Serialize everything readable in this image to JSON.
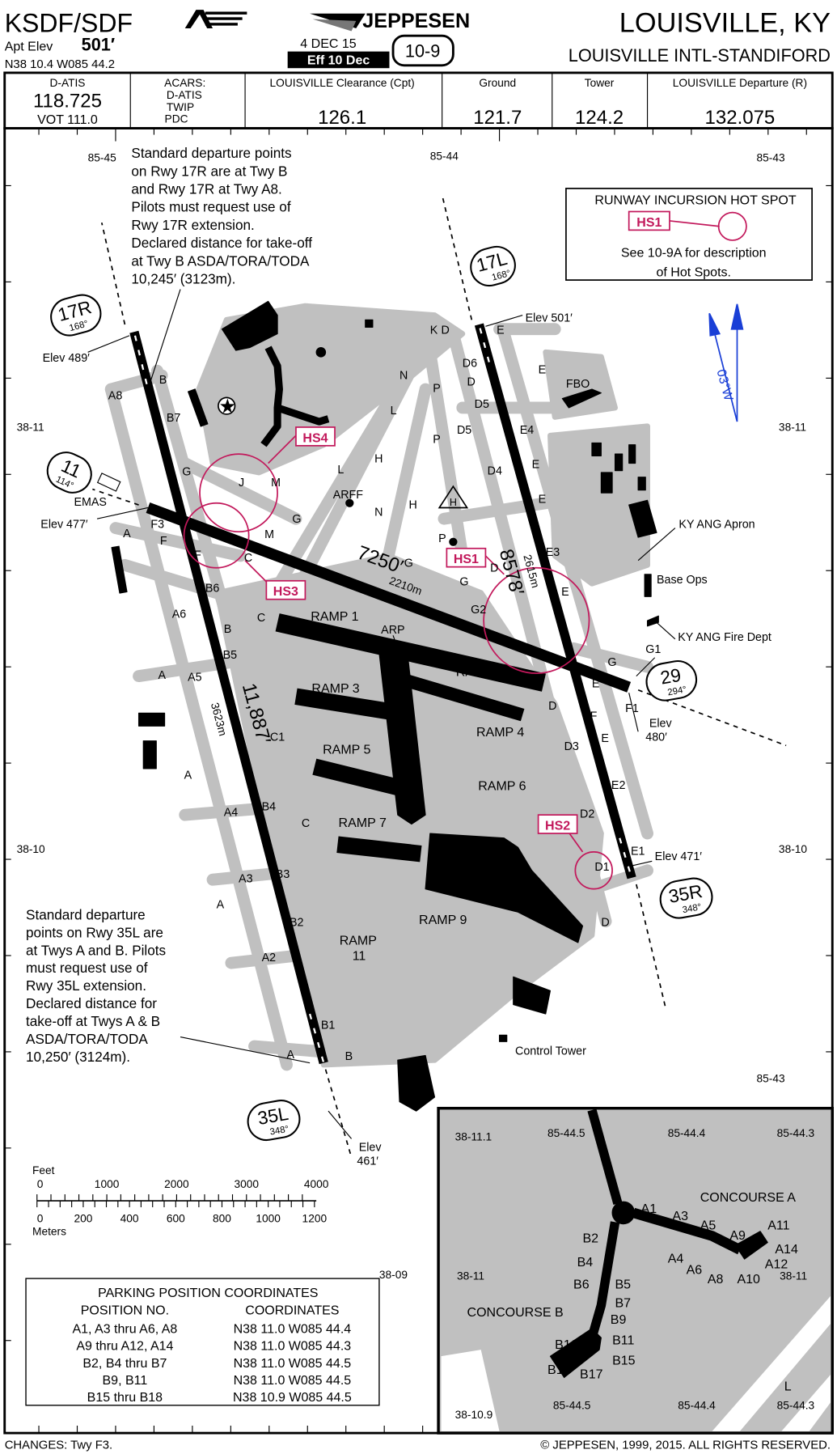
{
  "header": {
    "ident": "KSDF/SDF",
    "city": "LOUISVILLE, KY",
    "airport_name": "LOUISVILLE INTL-STANDIFORD",
    "apt_elev_label": "Apt Elev",
    "apt_elev_value": "501′",
    "coordinates": "N38 10.4 W085 44.2",
    "chart_date": "4 DEC 15",
    "effective": "Eff 10 Dec",
    "chart_number": "10-9",
    "brand": "JEPPESEN"
  },
  "comms": {
    "datis_label": "D-ATIS",
    "datis_freq": "118.725",
    "vot": "VOT 111.0",
    "acars_label": "ACARS:",
    "acars_items": [
      "D-ATIS",
      "TWIP",
      "PDC"
    ],
    "clearance_label": "LOUISVILLE Clearance (Cpt)",
    "clearance_freq": "126.1",
    "ground_label": "Ground",
    "ground_freq": "121.7",
    "tower_label": "Tower",
    "tower_freq": "124.2",
    "departure_label": "LOUISVILLE Departure (R)",
    "departure_freq": "132.075"
  },
  "grid": {
    "lon_top": [
      "85-45",
      "85-44",
      "85-43"
    ],
    "lat": [
      "38-11",
      "38-11",
      "38-10",
      "38-10",
      "38-09"
    ],
    "lon_bottom": "85-43"
  },
  "notes": {
    "north": [
      "Standard departure points",
      "on Rwy 17R are at Twy B",
      "and Rwy 17R at Twy A8.",
      "Pilots must request use of",
      "Rwy 17R extension.",
      "Declared distance for take-off",
      "at Twy B ASDA/TORA/TODA",
      "10,245′ (3123m)."
    ],
    "south": [
      "Standard departure",
      "points on Rwy 35L are",
      "at Twys A and B. Pilots",
      "must request use of",
      "Rwy 35L extension.",
      "Declared distance for",
      "take-off at Twys A & B",
      "ASDA/TORA/TODA",
      "10,250′ (3124m)."
    ]
  },
  "hotspot_legend": {
    "title": "RUNWAY INCURSION HOT SPOT",
    "sample": "HS1",
    "desc_1": "See 10-9A for description",
    "desc_2": "of Hot Spots."
  },
  "hotspots": [
    "HS4",
    "HS3",
    "HS1",
    "HS2"
  ],
  "magnetic_variation": "03°W",
  "runways": {
    "r17R": {
      "id": "17R",
      "hdg": "168°"
    },
    "r17L": {
      "id": "17L",
      "hdg": "168°"
    },
    "r11": {
      "id": "11",
      "hdg": "114°"
    },
    "r29": {
      "id": "29",
      "hdg": "294°"
    },
    "r35R": {
      "id": "35R",
      "hdg": "348°"
    },
    "r35L": {
      "id": "35L",
      "hdg": "348°"
    },
    "len_11_29_ft": "7250′",
    "len_11_29_m": "2210m",
    "len_17L_35R_ft": "8578′",
    "len_17L_35R_m": "2615m",
    "len_17R_35L_ft": "11,887′",
    "len_17R_35L_m": "3623m"
  },
  "map": {
    "labels": [
      "A8",
      "B",
      "B7",
      "G",
      "J",
      "M",
      "L",
      "ARFF",
      "N",
      "H",
      "H",
      "L",
      "N",
      "P",
      "P",
      "K",
      "D",
      "E",
      "D6",
      "D",
      "D5",
      "D5",
      "E4",
      "D4",
      "E",
      "E",
      "FBO",
      "G",
      "M",
      "F3",
      "A",
      "F",
      "F",
      "C",
      "G",
      "P",
      "D",
      "G",
      "G2",
      "E3",
      "E",
      "B6",
      "A6",
      "C",
      "B",
      "B5",
      "A",
      "A5",
      "C1",
      "A",
      "A4",
      "B4",
      "C",
      "B3",
      "A3",
      "A",
      "B2",
      "A2",
      "B1",
      "A",
      "B",
      "G1",
      "G",
      "D",
      "F",
      "F1",
      "E",
      "D3",
      "E2",
      "D2",
      "E1",
      "D1",
      "D",
      "E",
      "E",
      "RAMP 1",
      "RAMP 2",
      "RAMP 3",
      "RAMP 4",
      "RAMP 5",
      "RAMP 6",
      "RAMP 7",
      "RAMP 9",
      "RAMP",
      "11",
      "ARP",
      "Control Tower",
      "Base Ops",
      "KY ANG Fire Dept",
      "KY ANG Apron",
      "EMAS",
      "Elev 489′",
      "Elev 477′",
      "Elev 501′",
      "Elev 471′",
      "Elev",
      "480′",
      "Elev",
      "461′"
    ]
  },
  "scale": {
    "feet_label": "Feet",
    "feet_ticks": [
      "0",
      "1000",
      "2000",
      "3000",
      "4000"
    ],
    "meters_label": "Meters",
    "meters_ticks": [
      "0",
      "200",
      "400",
      "600",
      "800",
      "1000",
      "1200"
    ]
  },
  "parking": {
    "title": "PARKING POSITION COORDINATES",
    "col_position": "POSITION NO.",
    "col_coords": "COORDINATES",
    "rows": [
      {
        "pos": "A1, A3 thru A6, A8",
        "coord": "N38 11.0 W085 44.4"
      },
      {
        "pos": "A9 thru A12, A14",
        "coord": "N38 11.0 W085 44.3"
      },
      {
        "pos": "B2, B4 thru B7",
        "coord": "N38 11.0 W085 44.5"
      },
      {
        "pos": "B9, B11",
        "coord": "N38 11.0 W085 44.5"
      },
      {
        "pos": "B15 thru B18",
        "coord": "N38 10.9 W085 44.5"
      }
    ]
  },
  "inset": {
    "labels": [
      "38-11.1",
      "85-44.5",
      "85-44.4",
      "85-44.3",
      "CONCOURSE A",
      "A1",
      "A3",
      "A5",
      "A9",
      "A11",
      "A14",
      "A12",
      "A10",
      "A8",
      "A6",
      "A4",
      "B2",
      "B4",
      "B6",
      "B5",
      "B7",
      "B9",
      "B11",
      "B15",
      "B16",
      "B18",
      "B17",
      "CONCOURSE B",
      "38-11",
      "38-11",
      "L",
      "38-10.9",
      "85-44.5",
      "85-44.4",
      "85-44.3"
    ]
  },
  "footer": {
    "changes": "CHANGES:  Twy F3.",
    "copyright": "© JEPPESEN, 1999, 2015. ALL RIGHTS RESERVED."
  },
  "colors": {
    "hotspot": "#c2185b",
    "taxiway": "#c0c0c0",
    "north_arrow": "#1a3fd6"
  }
}
